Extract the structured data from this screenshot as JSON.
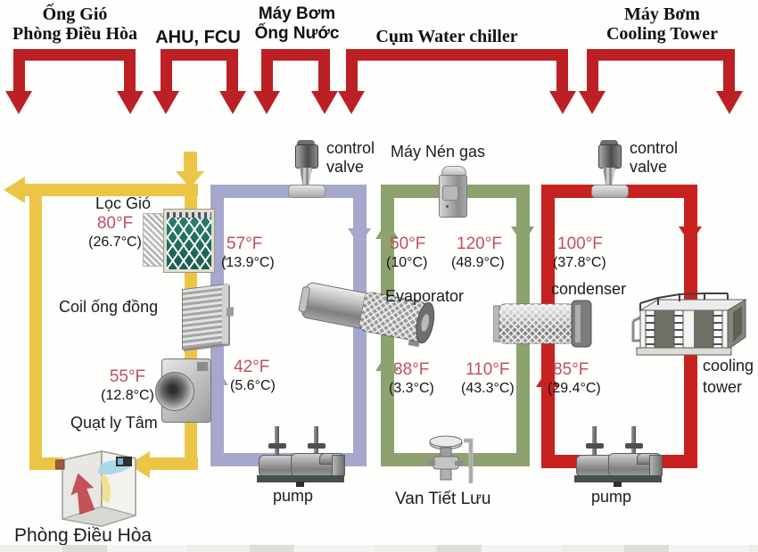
{
  "title_brackets": {
    "duct": {
      "line1": "Ống Gió",
      "line2": "Phòng Điều Hòa"
    },
    "ahu": {
      "line1": "AHU, FCU"
    },
    "water_pump": {
      "line1": "Máy Bơm",
      "line2": "Ống Nước"
    },
    "chiller": {
      "line1": "Cụm Water chiller"
    },
    "tower_pump": {
      "line1": "Máy Bơm",
      "line2": "Cooling Tower"
    }
  },
  "air_loop": {
    "filter_label": "Lọc Gió",
    "coil_label": "Coil ống đồng",
    "fan_label": "Quạt ly Tâm",
    "room_label": "Phòng Điều Hòa",
    "t_return": {
      "f": "80°F",
      "c": "(26.7°C)"
    },
    "t_supply": {
      "f": "55°F",
      "c": "(12.8°C)"
    }
  },
  "chilled_water_loop": {
    "control_valve_label": "control valve",
    "pump_label": "pump",
    "t_return": {
      "f": "57°F",
      "c": "(13.9°C)"
    },
    "t_supply": {
      "f": "42°F",
      "c": "(5.6°C)"
    }
  },
  "refrigerant_loop": {
    "compressor_label": "Máy Nén gas",
    "evaporator_label": "Evaporator",
    "expansion_valve_label": "Van Tiết Lưu",
    "t_suction": {
      "f": "50°F",
      "c": "(10°C)"
    },
    "t_discharge": {
      "f": "120°F",
      "c": "(48.9°C)"
    },
    "t_evaporator_in": {
      "f": "38°F",
      "c": "(3.3°C)"
    },
    "t_condenser_out": {
      "f": "110°F",
      "c": "(43.3°C)"
    }
  },
  "condenser_water_loop": {
    "control_valve_label": "control valve",
    "condenser_label": "condenser",
    "cooling_tower_line1": "cooling",
    "cooling_tower_line2": "tower",
    "pump_label": "pump",
    "t_out": {
      "f": "100°F",
      "c": "(37.8°C)"
    },
    "t_in": {
      "f": "85°F",
      "c": "(29.4°C)"
    }
  },
  "colors": {
    "bracket_red": "#bc2025",
    "duct_yellow": "#ecc546",
    "chilled_water_purple": "#a5a8cc",
    "refrigerant_green": "#8da26f",
    "condenser_water_red": "#c7221f",
    "temp_f_red": "#c04f62"
  }
}
